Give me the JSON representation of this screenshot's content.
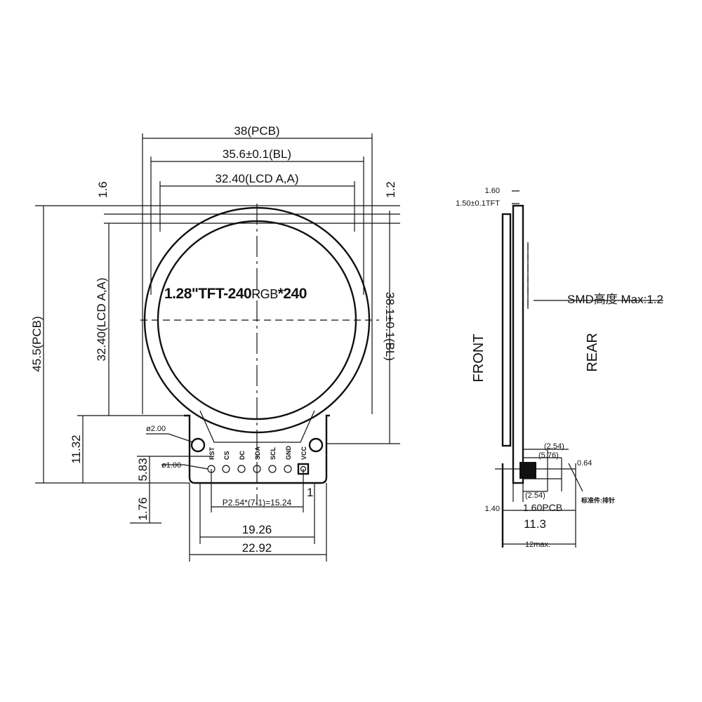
{
  "title": {
    "prefix": "1.28\"TFT-240",
    "mid": "RGB",
    "suffix": "*240"
  },
  "front": {
    "dim_pcb_width": "38(PCB)",
    "dim_bl_width": "35.6±0.1(BL)",
    "dim_lcd_width": "32.40(LCD A,A)",
    "dim_top_left": "1.6",
    "dim_top_right": "1.2",
    "dim_pcb_height": "45.5(PCB)",
    "dim_lcd_height": "32.40(LCD A,A)",
    "dim_bl_height": "38.1±0.1(BL)",
    "dim_tab": "11.32",
    "dim_pin_offset": "5.83",
    "dim_pin_bottom": "1.76",
    "hole_large": "ø2.00",
    "hole_small": "ø1.00",
    "pitch_label": "P2.54*(7-1)=15.24",
    "pin1_marker": "1",
    "dim_inner_tab": "19.26",
    "dim_tab_width": "22.92",
    "pins": [
      "RST",
      "CS",
      "DC",
      "SDA",
      "SCL",
      "GND",
      "VCC"
    ]
  },
  "side": {
    "dim_160": "1.60",
    "dim_tft": "1.50±0.1TFT",
    "smd_label": "SMD高度  Max:1.2",
    "front_label": "FRONT",
    "rear_label": "REAR",
    "dim_254_top": "(2.54)",
    "dim_576": "(5.76)",
    "dim_064": "0.64",
    "dim_254_bottom": "(2.54)",
    "dim_140": "1.40",
    "dim_pcb": "1.60PCB",
    "header_note": "标准件:排针",
    "dim_113": "11.3",
    "dim_12max": "12max."
  }
}
